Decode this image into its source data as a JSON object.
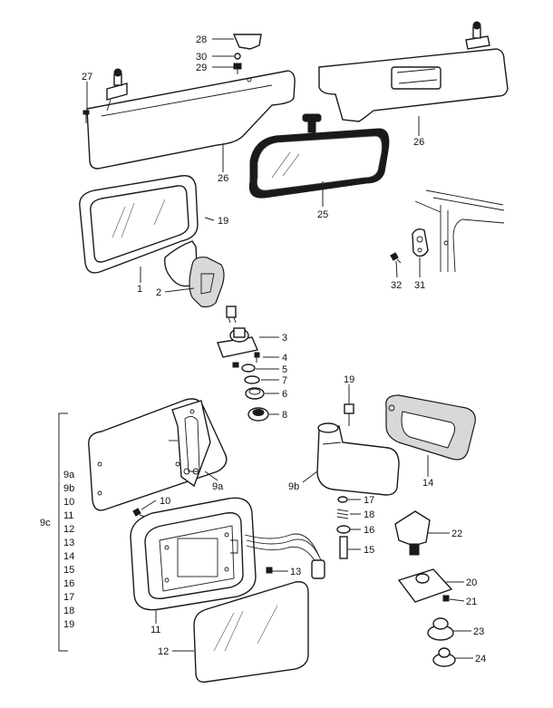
{
  "labels": {
    "l1": "1",
    "l2": "2",
    "l3": "3",
    "l4": "4",
    "l5": "5",
    "l6": "6",
    "l7": "7",
    "l8": "8",
    "l9a": "9a",
    "l9b": "9b",
    "l9c": "9c",
    "l10": "10",
    "l11": "11",
    "l12": "12",
    "l13": "13",
    "l14": "14",
    "l15": "15",
    "l16": "16",
    "l17": "17",
    "l18": "18",
    "l19a": "19",
    "l19b": "19",
    "l20": "20",
    "l21": "21",
    "l22": "22",
    "l23": "23",
    "l24": "24",
    "l25": "25",
    "l26a": "26",
    "l26b": "26",
    "l27": "27",
    "l28": "28",
    "l29": "29",
    "l30": "30",
    "l31": "31",
    "l32": "32"
  },
  "bracket_list": [
    "9a",
    "9b",
    "10",
    "11",
    "12",
    "13",
    "14",
    "15",
    "16",
    "17",
    "18",
    "19"
  ]
}
